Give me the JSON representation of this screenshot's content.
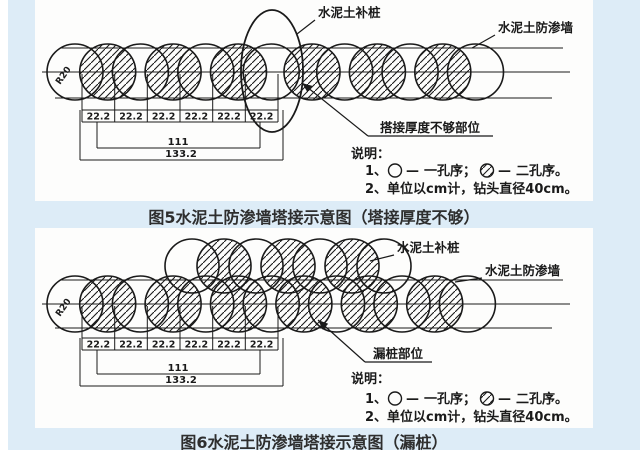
{
  "page": {
    "background": "#ffffff",
    "content_background": "#ddecf7",
    "panel_background": "#fdfdfc",
    "ink_color": "#1a1a1a",
    "caption_color": "#2e2e2e"
  },
  "figures": [
    {
      "caption": "图5水泥土防渗墙塔接示意图（塔接厚度不够）",
      "labels": {
        "supplement_pile": "水泥土补桩",
        "wall": "水泥土防渗墙",
        "defect": "搭接厚度不够部位"
      },
      "radius_label": "R20",
      "dims": {
        "cells": [
          "22.2",
          "22.2",
          "22.2",
          "22.2",
          "22.2",
          "22.2"
        ],
        "mid_total": "111",
        "grand_total": "133.2"
      },
      "notes": {
        "title": "说明：",
        "item1_no": "1、",
        "item1_dash1": "—",
        "item1_sym1_name": "一孔序；",
        "item1_dash2": "—",
        "item1_sym2_name": "二孔序。",
        "item2": "2、单位以cm计，钻头直径40cm。"
      }
    },
    {
      "caption": "图6水泥土防渗墙塔接示意图（漏桩）",
      "labels": {
        "supplement_pile": "水泥土补桩",
        "wall": "水泥土防渗墙",
        "defect": "漏桩部位"
      },
      "radius_label": "R20",
      "dims": {
        "cells": [
          "22.2",
          "22.2",
          "22.2",
          "22.2",
          "22.2",
          "22.2"
        ],
        "mid_total": "111",
        "grand_total": "133.2"
      },
      "notes": {
        "title": "说明：",
        "item1_no": "1、",
        "item1_dash1": "—",
        "item1_sym1_name": "一孔序；",
        "item1_dash2": "—",
        "item1_sym2_name": "二孔序。",
        "item2": "2、单位以cm计，钻头直径40cm。"
      }
    }
  ]
}
